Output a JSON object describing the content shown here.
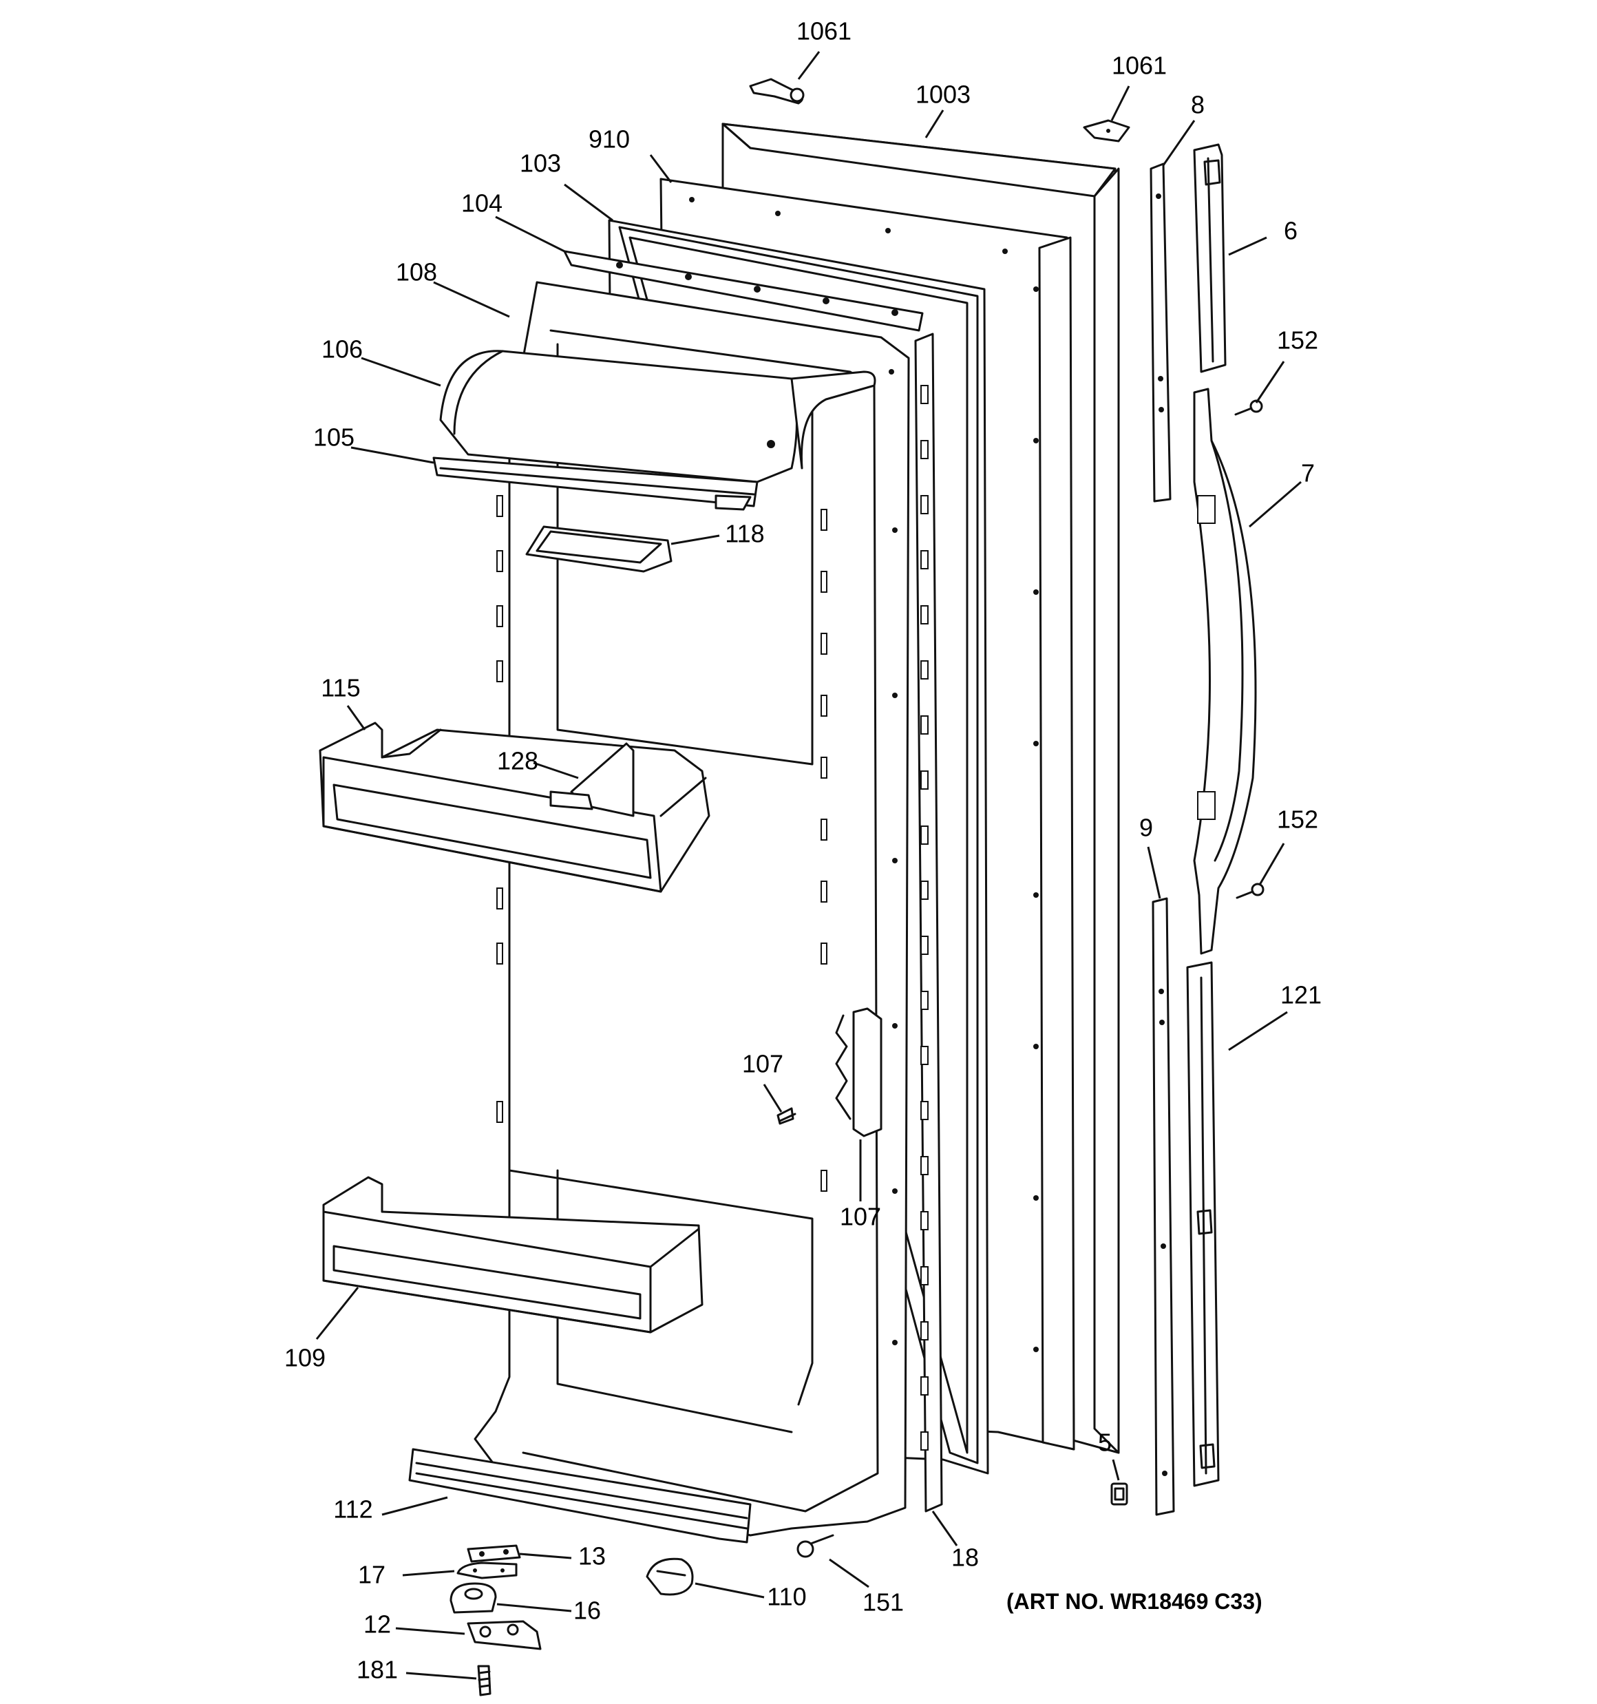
{
  "art_number": "(ART NO. WR18469 C33)",
  "labels": {
    "p1061a": "1061",
    "p1061b": "1061",
    "p1003": "1003",
    "p910": "910",
    "p8": "8",
    "p103": "103",
    "p6": "6",
    "p104": "104",
    "p108": "108",
    "p152a": "152",
    "p106": "106",
    "p105": "105",
    "p7": "7",
    "p118": "118",
    "p115": "115",
    "p128": "128",
    "p152b": "152",
    "p9": "9",
    "p121": "121",
    "p107a": "107",
    "p107b": "107",
    "p109": "109",
    "p5": "5",
    "p112": "112",
    "p18": "18",
    "p13": "13",
    "p17": "17",
    "p16": "16",
    "p110": "110",
    "p151": "151",
    "p12": "12",
    "p181": "181"
  }
}
